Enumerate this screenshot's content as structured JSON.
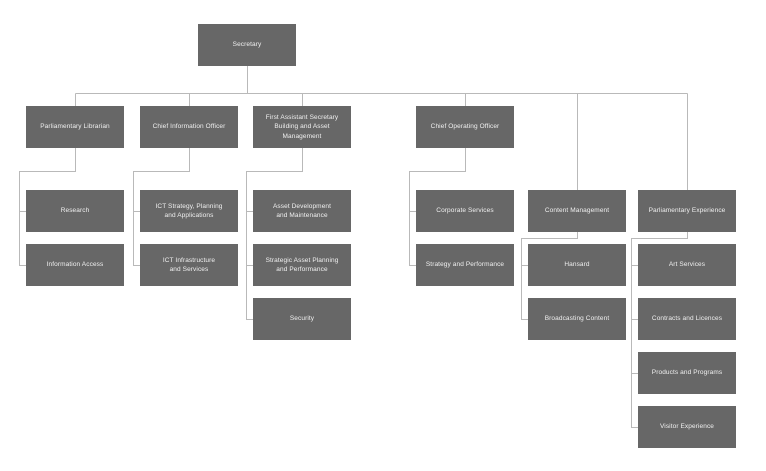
{
  "org_chart": {
    "root": {
      "label": "Secretary"
    },
    "level2": [
      {
        "label": "Parliamentary Librarian",
        "children": [
          {
            "label": "Research"
          },
          {
            "label": "Information Access"
          }
        ]
      },
      {
        "label": "Chief Information Officer",
        "children": [
          {
            "label": "ICT Strategy, Planning\nand Applications"
          },
          {
            "label": "ICT Infrastructure\nand Services"
          }
        ]
      },
      {
        "label": "First Assistant Secretary\nBuilding and Asset Management",
        "children": [
          {
            "label": "Asset Development\nand Maintenance"
          },
          {
            "label": "Strategic Asset Planning\nand Performance"
          },
          {
            "label": "Security"
          }
        ]
      },
      {
        "label": "Chief Operating Officer",
        "children": [
          {
            "label": "Corporate Services"
          },
          {
            "label": "Strategy and Performance"
          }
        ]
      },
      {
        "label": "Content Management",
        "children": [
          {
            "label": "Hansard"
          },
          {
            "label": "Broadcasting Content"
          }
        ]
      },
      {
        "label": "Parliamentary Experience",
        "children": [
          {
            "label": "Art Services"
          },
          {
            "label": "Contracts and Licences"
          },
          {
            "label": "Products and Programs"
          },
          {
            "label": "Visitor Experience"
          }
        ]
      }
    ],
    "colors": {
      "box_fill": "#676767",
      "box_text": "#f0f0f0",
      "line": "#b9b9b9",
      "background": "#ffffff"
    }
  }
}
